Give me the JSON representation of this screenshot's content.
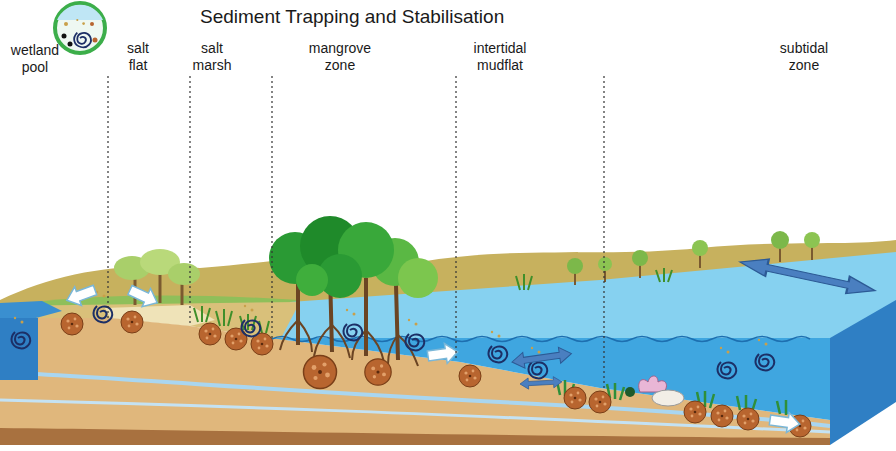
{
  "diagram": {
    "title": "Sediment Trapping and Stabilisation",
    "labels": [
      "wetland pool",
      "salt flat",
      "salt marsh",
      "mangrove zone",
      "intertidal mudflat",
      "subtidal zone"
    ]
  }
}
